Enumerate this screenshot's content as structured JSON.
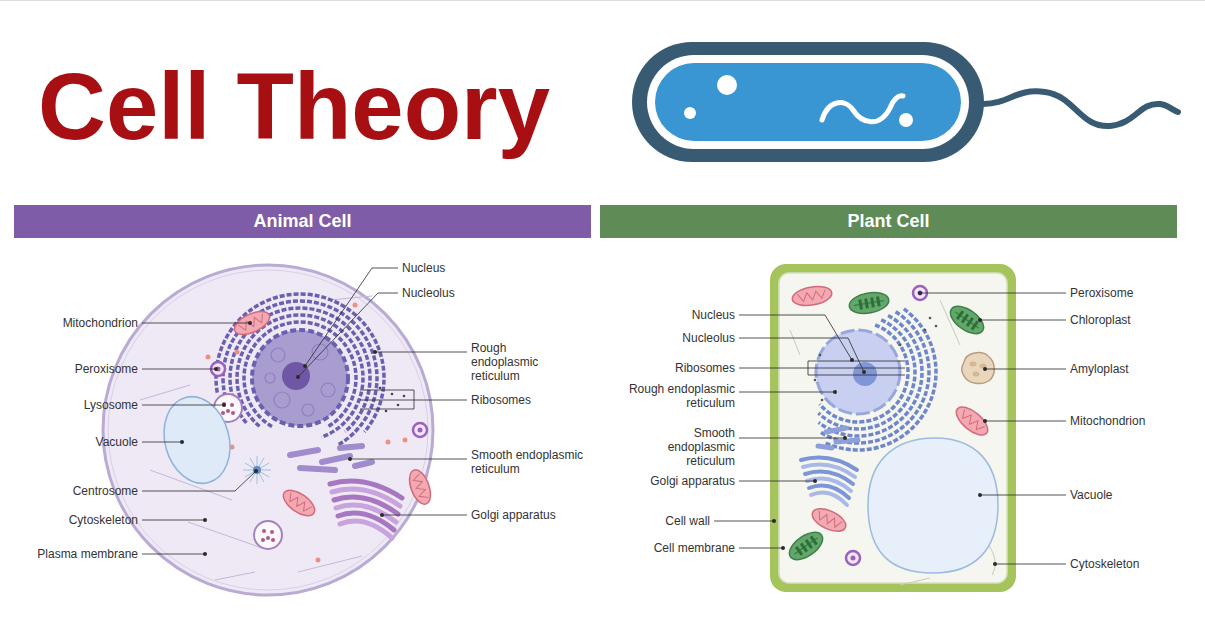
{
  "diagram": {
    "title": "Cell Theory",
    "nodes": [
      {
        "text": [
          "Animal Cell"
        ]
      },
      {
        "text": [
          "Plant Cell"
        ]
      }
    ],
    "labels": [
      "Nucleus",
      "Nucleolus",
      "Rough endoplasmic reticulum",
      "Ribosomes",
      "Smooth endoplasmic reticulum",
      "Golgi apparatus",
      "Mitochondrion",
      "Peroxisome",
      "Lysosome",
      "Vacuole",
      "Centrosome",
      "Cytoskeleton",
      "Plasma membrane",
      "Nucleus",
      "Nucleolus",
      "Ribosomes",
      "Rough endoplasmic reticulum",
      "Smooth endoplasmic reticulum",
      "Golgi apparatus",
      "Cell wall",
      "Cell membrane",
      "Peroxisome",
      "Chloroplast",
      "Amyloplast",
      "Mitochondrion",
      "Vacuole",
      "Cytoskeleton"
    ]
  }
}
